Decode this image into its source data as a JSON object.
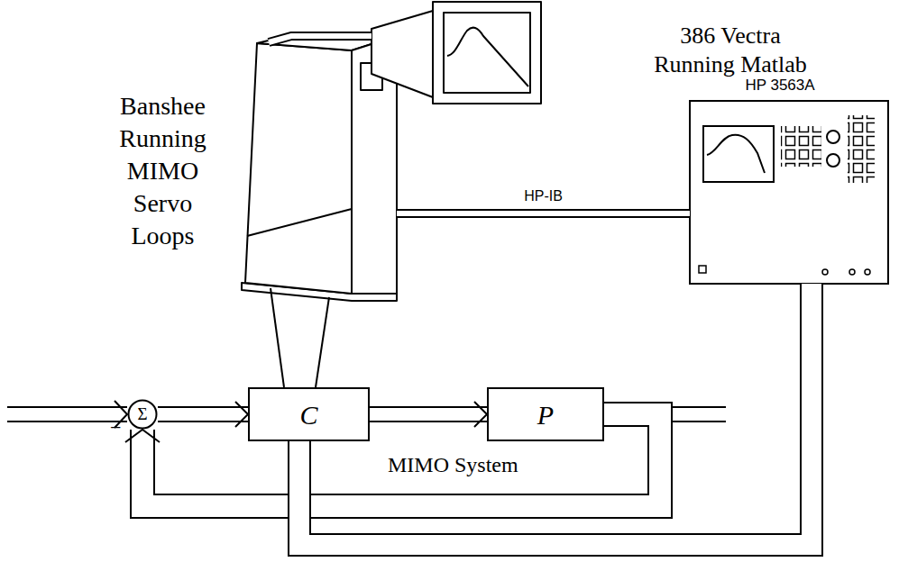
{
  "diagram": {
    "nodes": [
      {
        "text": [
          "Banshee Running MIMO Servo Loops"
        ]
      },
      {
        "text": [
          "386 Vectra Running Matlab"
        ]
      },
      {
        "text": [
          "HP 3563A"
        ]
      },
      {
        "text": [
          "Σ"
        ]
      },
      {
        "text": [
          "C"
        ]
      },
      {
        "text": [
          "P"
        ]
      }
    ],
    "edges": [
      {
        "from": 0,
        "to": 1,
        "arrow": "none"
      },
      {
        "from": 0,
        "to": 2,
        "label": "HP-IB",
        "arrow": "none"
      },
      {
        "from": 0,
        "to": 4,
        "arrow": "none"
      },
      {
        "from": 3,
        "to": 4,
        "arrow": "to"
      },
      {
        "from": 4,
        "to": 5,
        "arrow": "to"
      },
      {
        "from": 5,
        "to": 3,
        "arrow": "to"
      },
      {
        "from": 4,
        "to": 2,
        "arrow": "none"
      }
    ],
    "labels": [
      "−",
      "MIMO System"
    ]
  }
}
